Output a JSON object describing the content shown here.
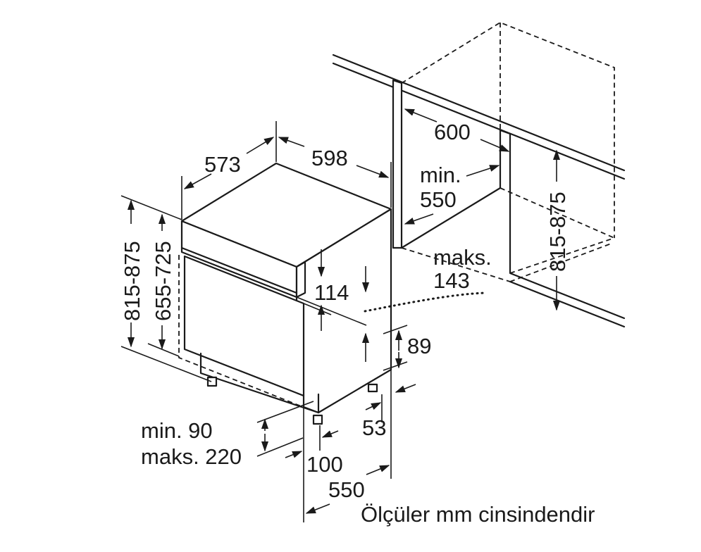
{
  "labels": {
    "top_depth": "573",
    "top_width": "598",
    "niche_width": "600",
    "niche_depth_1": "min.",
    "niche_depth_2": "550",
    "niche_height": "815-875",
    "height_outer": "815-875",
    "height_inner": "655-725",
    "panel_gap": "114",
    "max_1": "maks.",
    "max_2": "143",
    "foot_height": "89",
    "foot_offset": "53",
    "plinth_1": "min. 90",
    "plinth_2": "maks. 220",
    "plinth_depth": "100",
    "base_depth": "550",
    "footnote": "Ölçüler mm cinsindendir"
  }
}
